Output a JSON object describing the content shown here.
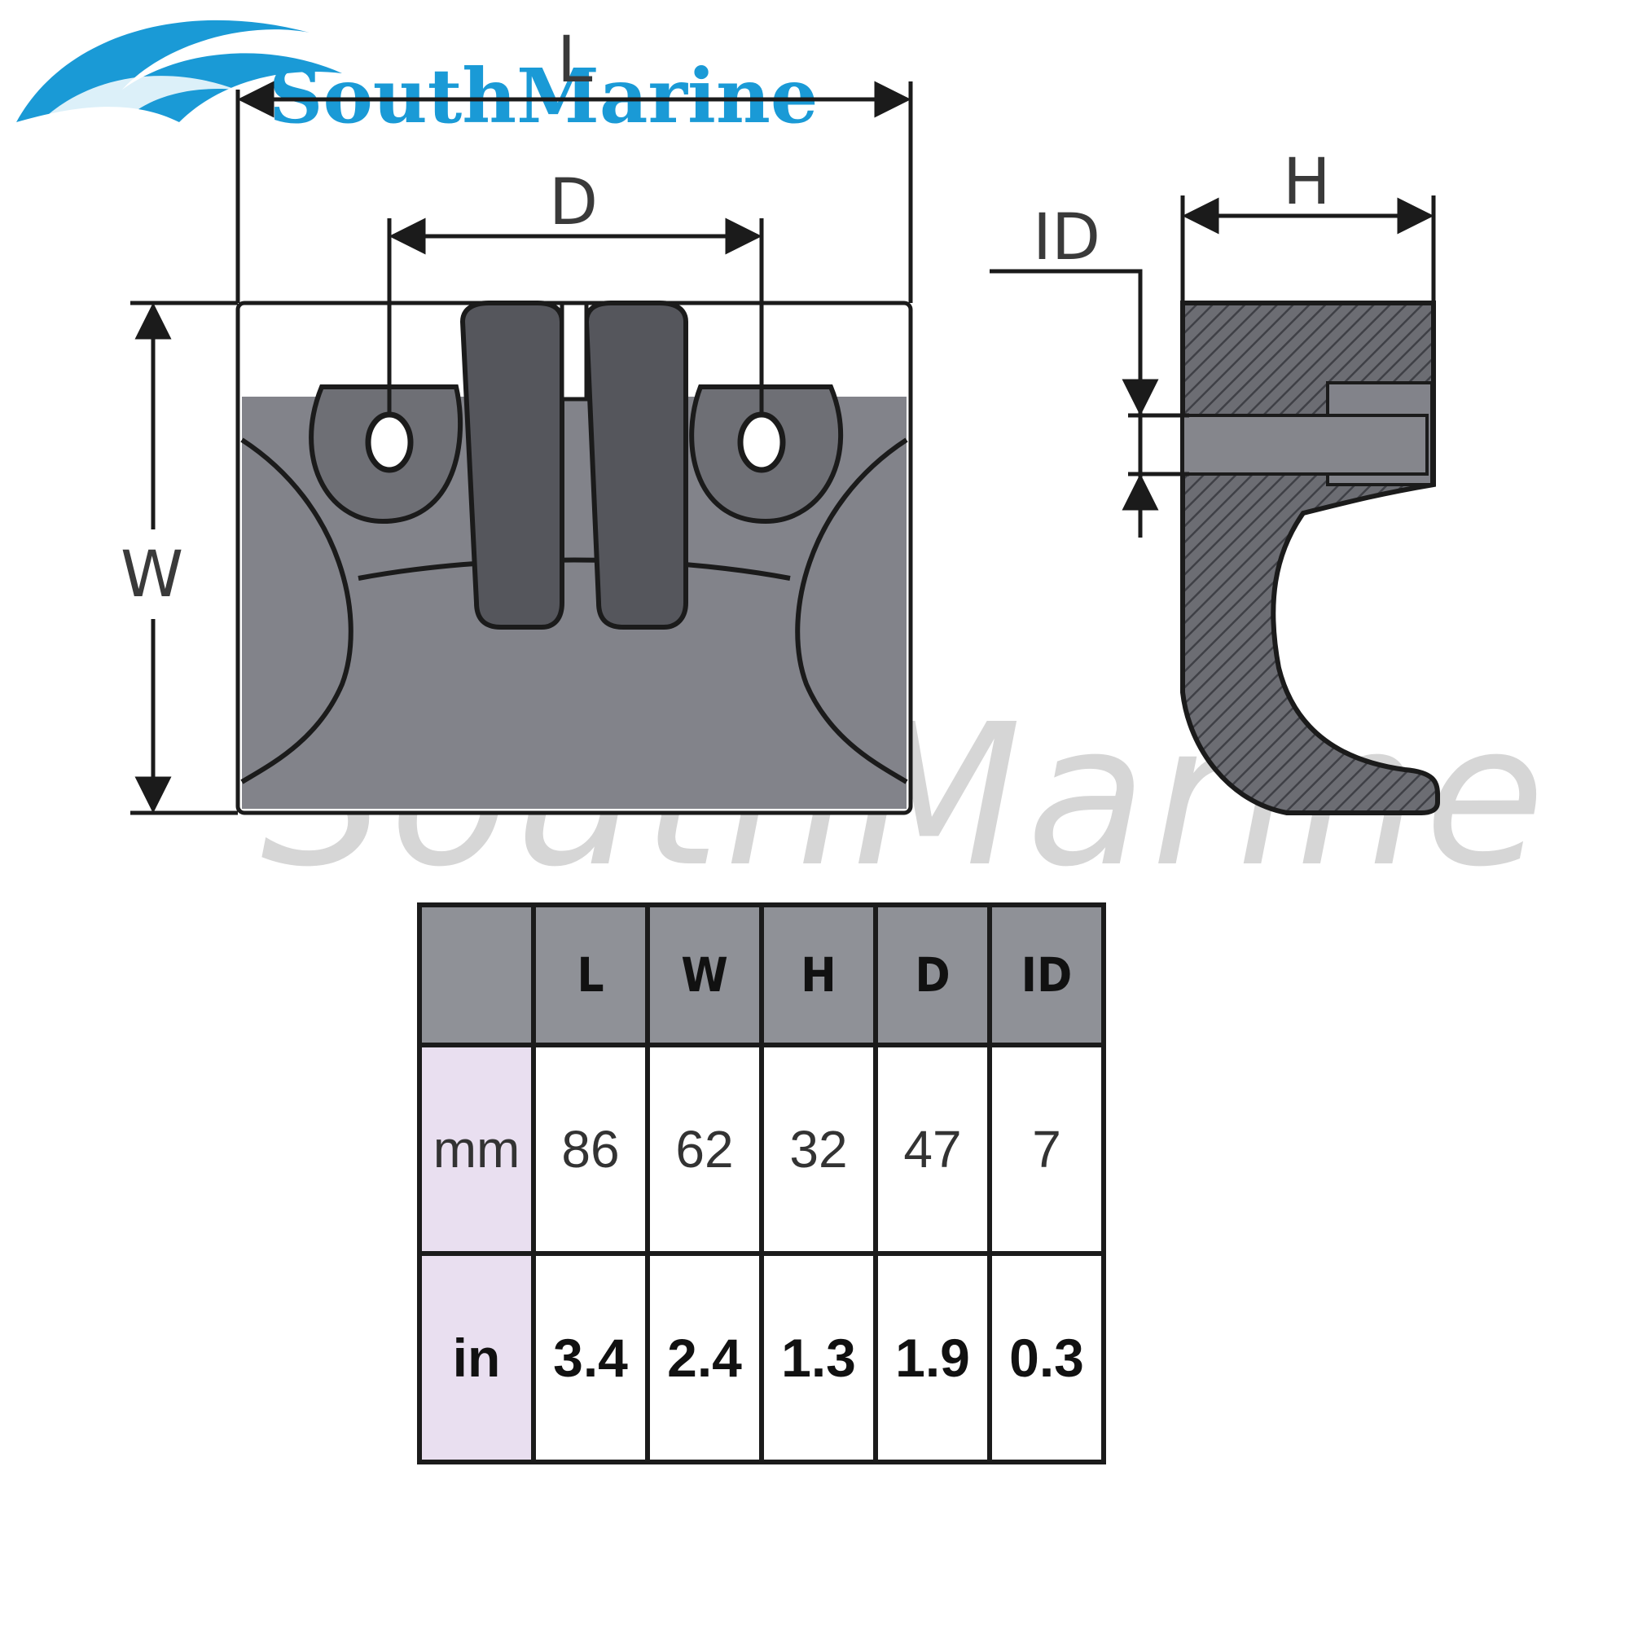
{
  "brand": {
    "logo_text": "SouthMarine",
    "watermark_text": "SouthMarine",
    "logo_color": "#1a9ad6"
  },
  "dimension_labels": {
    "L": "L",
    "D": "D",
    "W": "W",
    "H": "H",
    "ID": "ID"
  },
  "table": {
    "headers": [
      "",
      "L",
      "W",
      "H",
      "D",
      "ID"
    ],
    "rows": [
      {
        "unit": "mm",
        "values": [
          "86",
          "62",
          "32",
          "47",
          "7"
        ]
      },
      {
        "unit": "in",
        "values": [
          "3.4",
          "2.4",
          "1.3",
          "1.9",
          "0.3"
        ]
      }
    ],
    "header_color": "#8f9197",
    "unit_cell_color": "#e9dff0"
  }
}
